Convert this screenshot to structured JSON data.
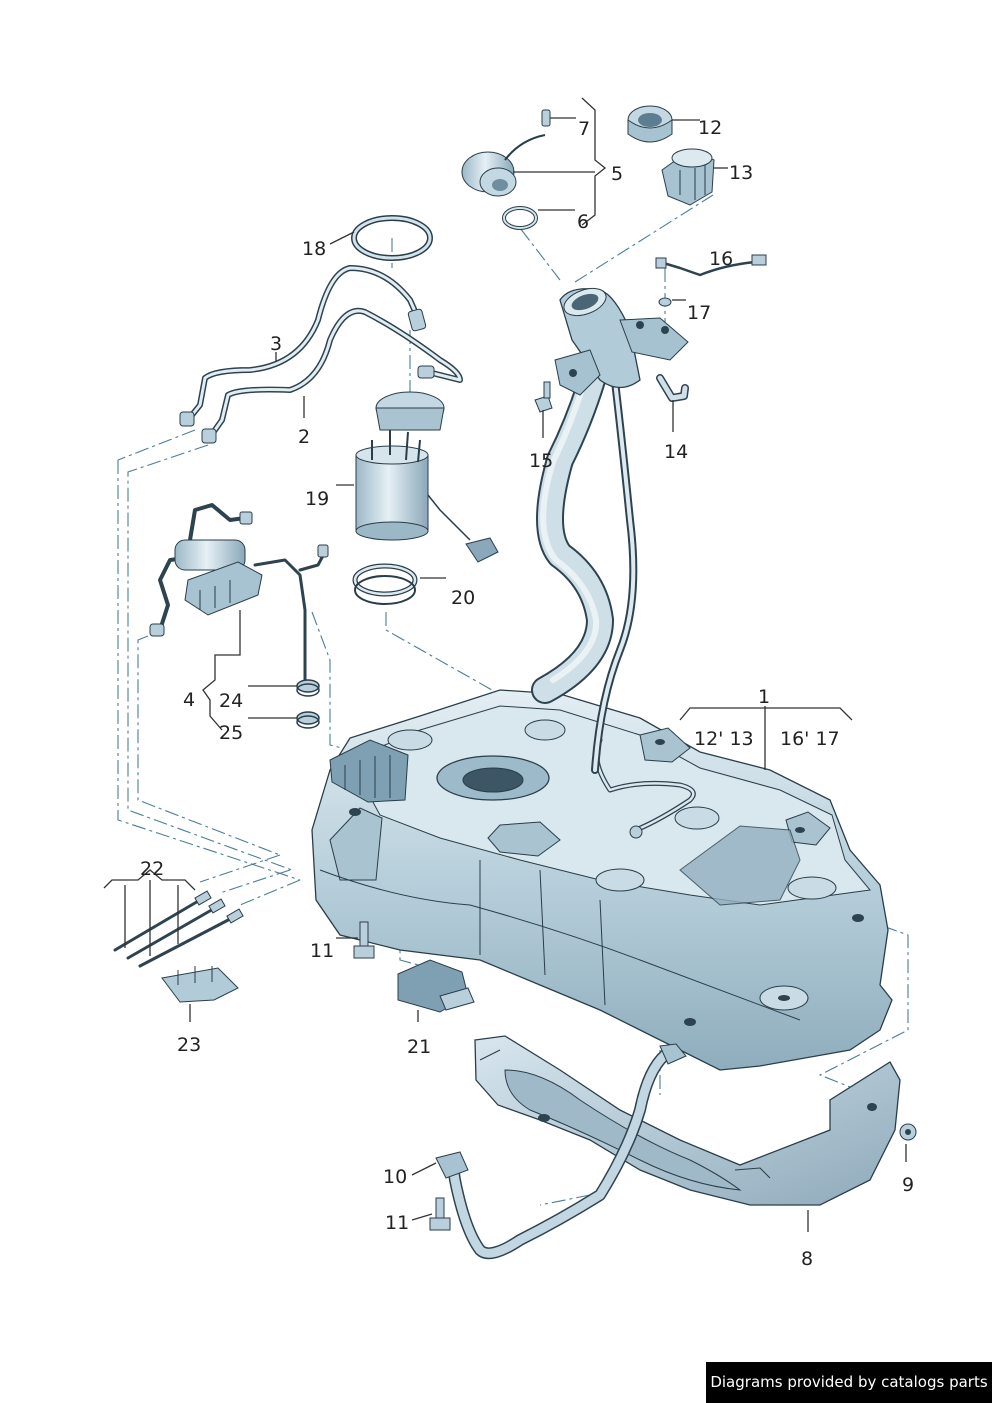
{
  "callouts": {
    "c1": "1",
    "c1a": "12' 13",
    "c1b": "16' 17",
    "c2": "2",
    "c3": "3",
    "c4": "4",
    "c5": "5",
    "c6": "6",
    "c7": "7",
    "c8": "8",
    "c9": "9",
    "c10": "10",
    "c11a": "11",
    "c11b": "11",
    "c12": "12",
    "c13": "13",
    "c14": "14",
    "c15": "15",
    "c16": "16",
    "c17": "17",
    "c18": "18",
    "c19": "19",
    "c20": "20",
    "c21": "21",
    "c22": "22",
    "c23": "23",
    "c24": "24",
    "c25": "25"
  },
  "footer": {
    "text": "Diagrams provided by catalogs parts"
  },
  "colors": {
    "part_fill": "#b9d0dc",
    "part_light": "#dde9ef",
    "part_dark": "#8aa6b6",
    "outline": "#2a3e4a",
    "dash_line": "#4d7e95",
    "footer_bg": "#000000"
  }
}
